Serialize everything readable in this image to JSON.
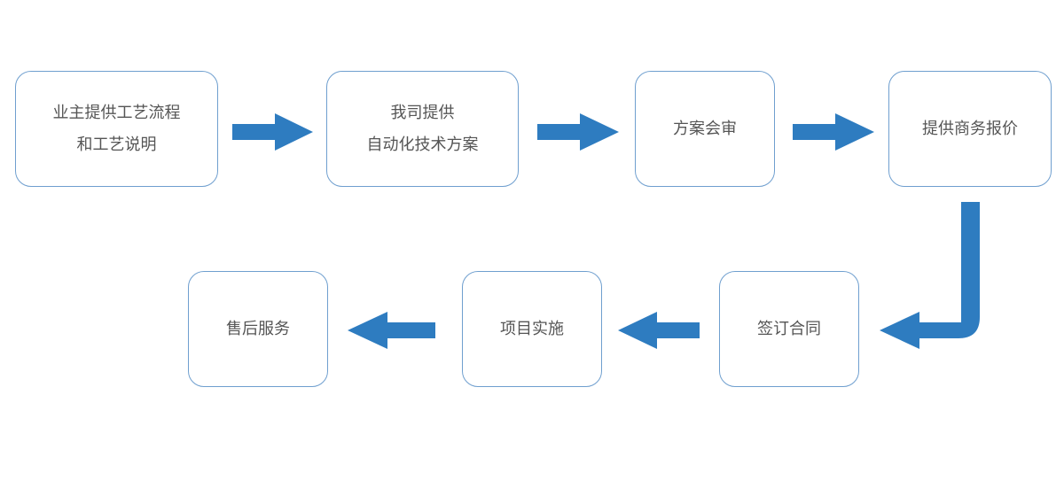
{
  "flow": {
    "steps": [
      {
        "lines": [
          "业主提供工艺流程",
          "和工艺说明"
        ]
      },
      {
        "lines": [
          "我司提供",
          "自动化技术方案"
        ]
      },
      {
        "lines": [
          "方案会审"
        ]
      },
      {
        "lines": [
          "提供商务报价"
        ]
      },
      {
        "lines": [
          "签订合同"
        ]
      },
      {
        "lines": [
          "项目实施"
        ]
      },
      {
        "lines": [
          "售后服务"
        ]
      }
    ]
  },
  "colors": {
    "arrow": "#2e7cc0",
    "box_border": "#6f9fcf",
    "text": "#555555"
  }
}
